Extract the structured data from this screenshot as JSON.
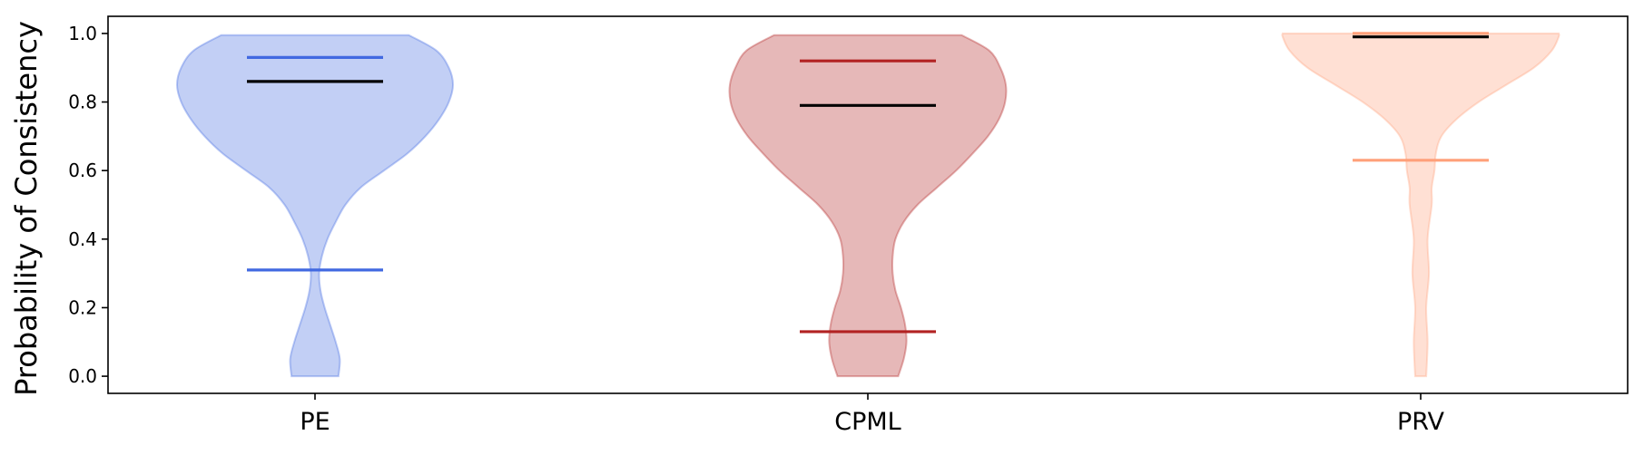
{
  "chart_data": {
    "type": "violin",
    "title": "",
    "xlabel": "",
    "ylabel": "Probability of Consistency",
    "categories": [
      "PE",
      "CPML",
      "PRV"
    ],
    "ylim": [
      -0.05,
      1.05
    ],
    "yticks": [
      0.0,
      0.2,
      0.4,
      0.6,
      0.8,
      1.0
    ],
    "ytick_labels": [
      "0.0",
      "0.2",
      "0.4",
      "0.6",
      "0.8",
      "1.0"
    ],
    "grid": false,
    "legend": "none",
    "series": [
      {
        "category": "PE",
        "fill_color": "#4169e1",
        "edge_color": "#4169e1",
        "min": 0.0,
        "max": 0.995,
        "mean": 0.86,
        "top_line": 0.93,
        "bottom_line": 0.31,
        "density": [
          [
            0.0,
            0.17
          ],
          [
            0.05,
            0.18
          ],
          [
            0.1,
            0.15
          ],
          [
            0.15,
            0.11
          ],
          [
            0.2,
            0.07
          ],
          [
            0.25,
            0.04
          ],
          [
            0.3,
            0.03
          ],
          [
            0.35,
            0.05
          ],
          [
            0.4,
            0.09
          ],
          [
            0.45,
            0.15
          ],
          [
            0.5,
            0.22
          ],
          [
            0.55,
            0.33
          ],
          [
            0.6,
            0.5
          ],
          [
            0.65,
            0.67
          ],
          [
            0.7,
            0.8
          ],
          [
            0.75,
            0.9
          ],
          [
            0.8,
            0.97
          ],
          [
            0.85,
            1.0
          ],
          [
            0.9,
            0.97
          ],
          [
            0.95,
            0.88
          ],
          [
            0.995,
            0.68
          ]
        ]
      },
      {
        "category": "CPML",
        "fill_color": "#b22222",
        "edge_color": "#b22222",
        "min": 0.0,
        "max": 0.995,
        "mean": 0.79,
        "top_line": 0.92,
        "bottom_line": 0.13,
        "density": [
          [
            0.0,
            0.22
          ],
          [
            0.05,
            0.26
          ],
          [
            0.1,
            0.28
          ],
          [
            0.15,
            0.27
          ],
          [
            0.2,
            0.24
          ],
          [
            0.25,
            0.2
          ],
          [
            0.3,
            0.18
          ],
          [
            0.35,
            0.18
          ],
          [
            0.4,
            0.2
          ],
          [
            0.45,
            0.26
          ],
          [
            0.5,
            0.36
          ],
          [
            0.55,
            0.5
          ],
          [
            0.6,
            0.64
          ],
          [
            0.65,
            0.76
          ],
          [
            0.7,
            0.87
          ],
          [
            0.75,
            0.95
          ],
          [
            0.8,
            0.995
          ],
          [
            0.85,
            1.0
          ],
          [
            0.9,
            0.96
          ],
          [
            0.95,
            0.88
          ],
          [
            0.995,
            0.68
          ]
        ]
      },
      {
        "category": "PRV",
        "fill_color": "#ffa07a",
        "edge_color": "#ffa07a",
        "min": 0.0,
        "max": 1.0,
        "mean": 0.99,
        "top_line": 1.0,
        "bottom_line": 0.63,
        "density": [
          [
            0.0,
            0.04
          ],
          [
            0.1,
            0.05
          ],
          [
            0.2,
            0.04
          ],
          [
            0.3,
            0.06
          ],
          [
            0.4,
            0.05
          ],
          [
            0.5,
            0.08
          ],
          [
            0.55,
            0.08
          ],
          [
            0.6,
            0.1
          ],
          [
            0.65,
            0.11
          ],
          [
            0.7,
            0.15
          ],
          [
            0.75,
            0.26
          ],
          [
            0.8,
            0.42
          ],
          [
            0.85,
            0.62
          ],
          [
            0.9,
            0.82
          ],
          [
            0.95,
            0.95
          ],
          [
            0.99,
            1.0
          ],
          [
            1.0,
            1.0
          ]
        ]
      }
    ]
  }
}
